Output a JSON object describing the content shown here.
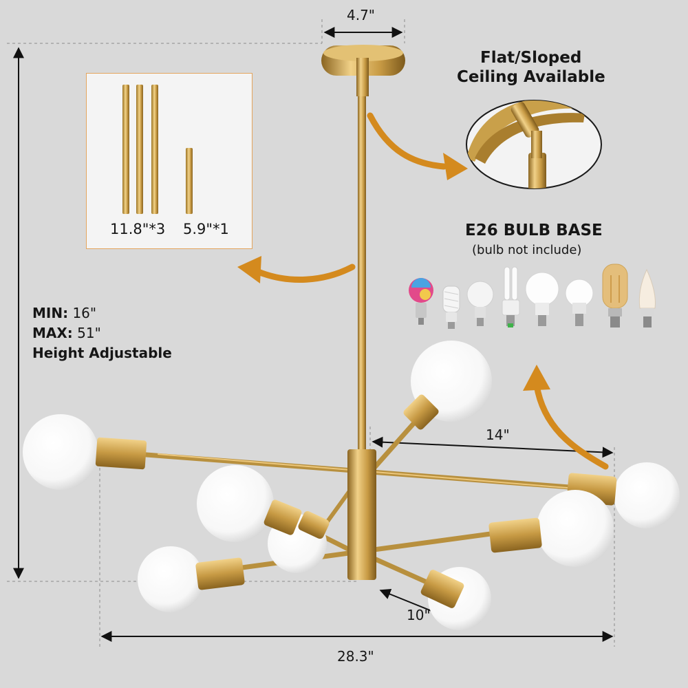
{
  "dimensions": {
    "canopy_width": "4.7\"",
    "arm_long": "14\"",
    "arm_short": "10\"",
    "total_width": "28.3\""
  },
  "height": {
    "min_label": "MIN:",
    "min_value": "16\"",
    "max_label": "MAX:",
    "max_value": "51\"",
    "note": "Height Adjustable"
  },
  "rods": {
    "long_label": "11.8\"*3",
    "short_label": "5.9\"*1"
  },
  "ceiling": {
    "line1": "Flat/Sloped",
    "line2": "Ceiling Available"
  },
  "bulb": {
    "title": "E26 BULB BASE",
    "subtitle": "(bulb not include)",
    "types": [
      "smart-rgb-bulb",
      "spiral-cfl-bulb",
      "a19-clear-bulb",
      "u-shape-cfl-bulb",
      "a19-frosted-bulb",
      "globe-led-bulb",
      "edison-filament-bulb",
      "candle-bulb"
    ]
  },
  "colors": {
    "background": "#d9d9d9",
    "brass": "#c9a04a",
    "arrow": "#d48a1e",
    "bulb_white": "#ffffff"
  }
}
